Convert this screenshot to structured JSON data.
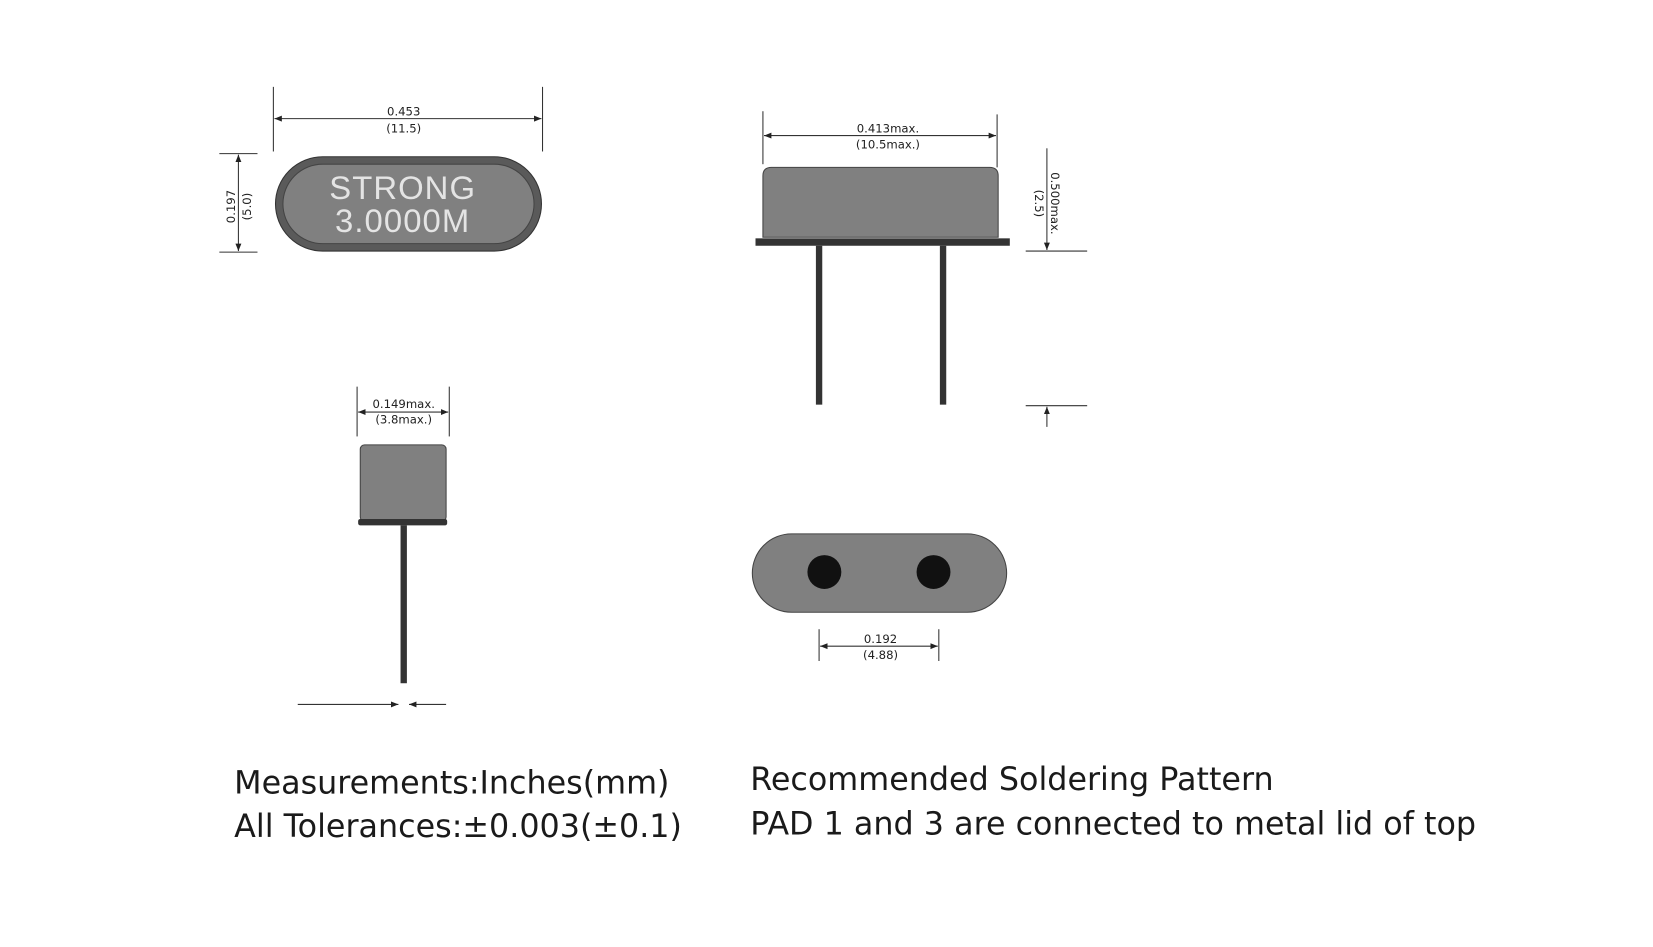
{
  "top_view": {
    "marking_line1": "STRONG",
    "marking_line2": "3.0000M",
    "width_in": "0.453",
    "width_mm": "(11.5)",
    "height_in": "0.197",
    "height_mm": "(5.0)"
  },
  "side_view": {
    "width_in": "0.413max.",
    "width_mm": "(10.5max.)",
    "height_in": "0.500max.",
    "height_mm": "(2.5)"
  },
  "end_view": {
    "depth_in": "0.149max.",
    "depth_mm": "(3.8max.)"
  },
  "soldering_pattern": {
    "pitch_in": "0.192",
    "pitch_mm": "(4.88)"
  },
  "notes": {
    "measurements": "Measurements:Inches(mm)",
    "tolerances": "All Tolerances:±0.003(±0.1)",
    "pattern_title": "Recommended Soldering Pattern",
    "pattern_note": "PAD 1 and 3 are connected to metal lid of top"
  },
  "colors": {
    "body": "#808080",
    "outline": "#5a5a5a",
    "pin": "#333333",
    "pad": "#111111"
  }
}
